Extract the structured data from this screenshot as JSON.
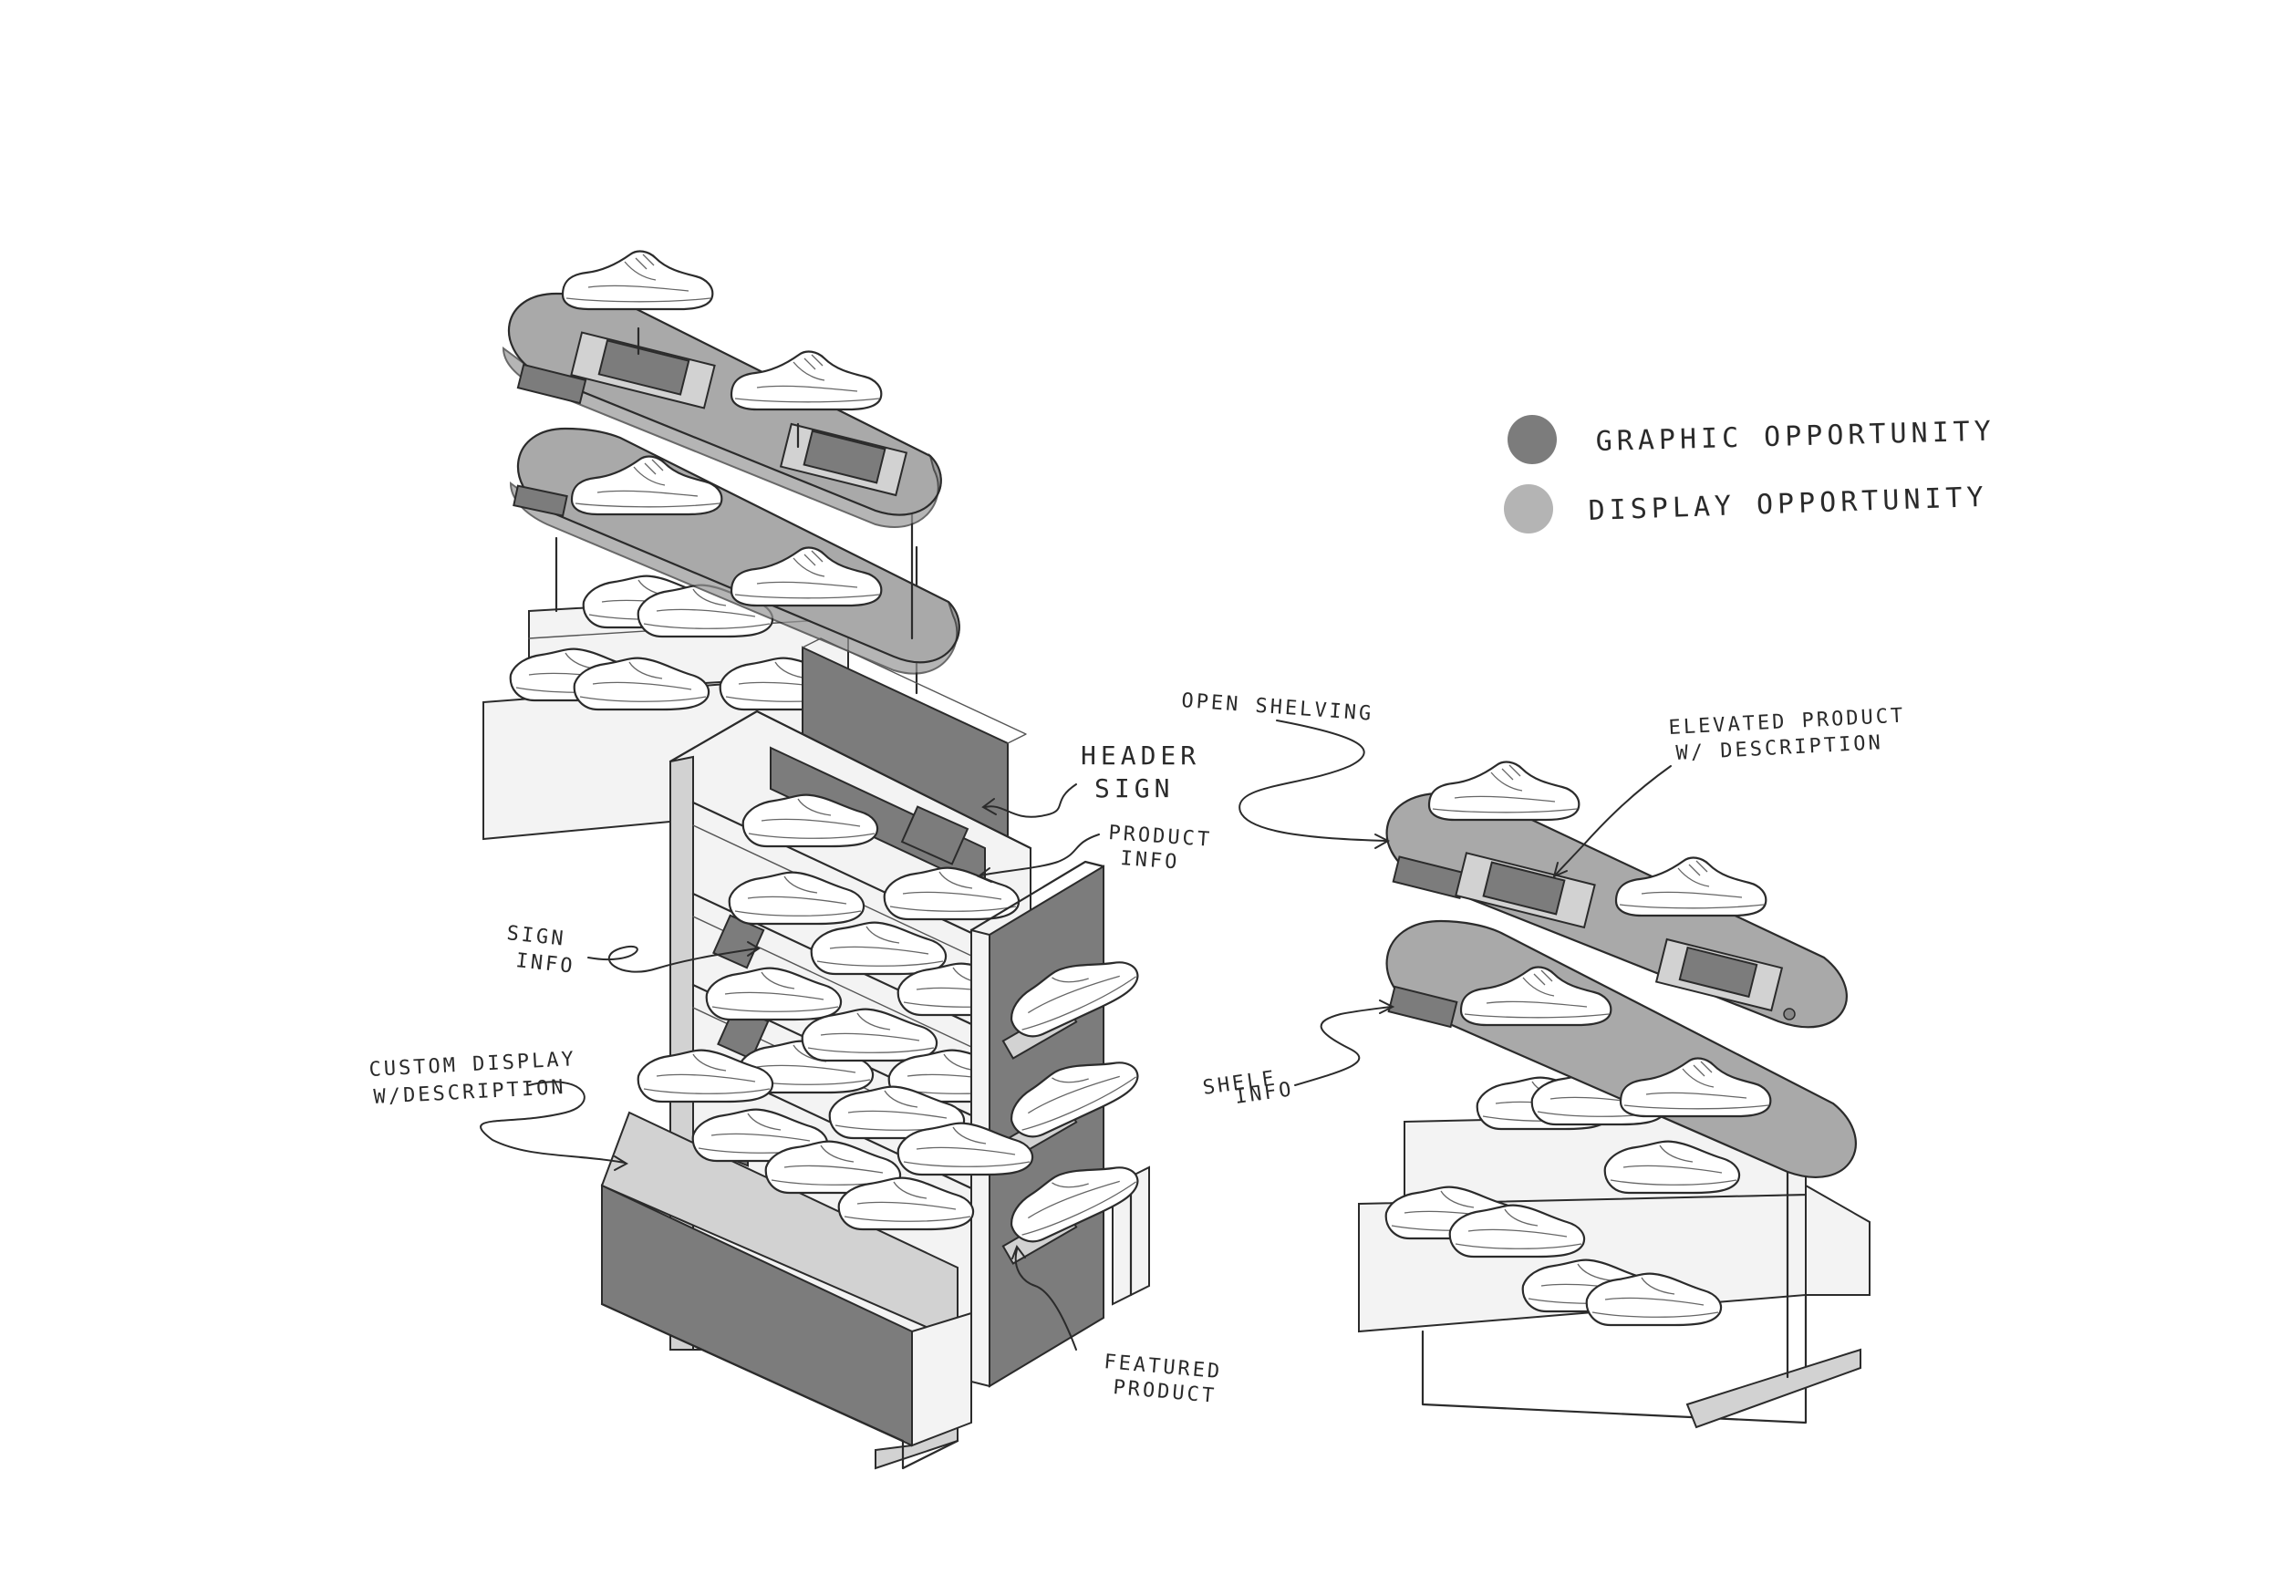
{
  "legend": [
    {
      "label": "GRAPHIC OPPORTUNITY",
      "color": "#7c7c7c"
    },
    {
      "label": "DISPLAY OPPORTUNITY",
      "color": "#b4b4b4"
    }
  ],
  "callouts": {
    "header_sign": [
      "HEADER",
      "SIGN"
    ],
    "product_info": [
      "PRODUCT",
      "INFO"
    ],
    "sign_info": [
      "SIGN",
      "INFO"
    ],
    "custom_display": [
      "CUSTOM DISPLAY",
      "W/DESCRIPTION"
    ],
    "featured_product": [
      "FEATURED",
      "PRODUCT"
    ],
    "open_shelving": [
      "OPEN SHELVING"
    ],
    "elevated_product": [
      "ELEVATED PRODUCT",
      "W/ DESCRIPTION"
    ],
    "shelf_info": [
      "SHELF",
      "INFO"
    ]
  },
  "icons": {
    "shoe": "sneaker-icon",
    "swatch": "circle-swatch-icon"
  }
}
